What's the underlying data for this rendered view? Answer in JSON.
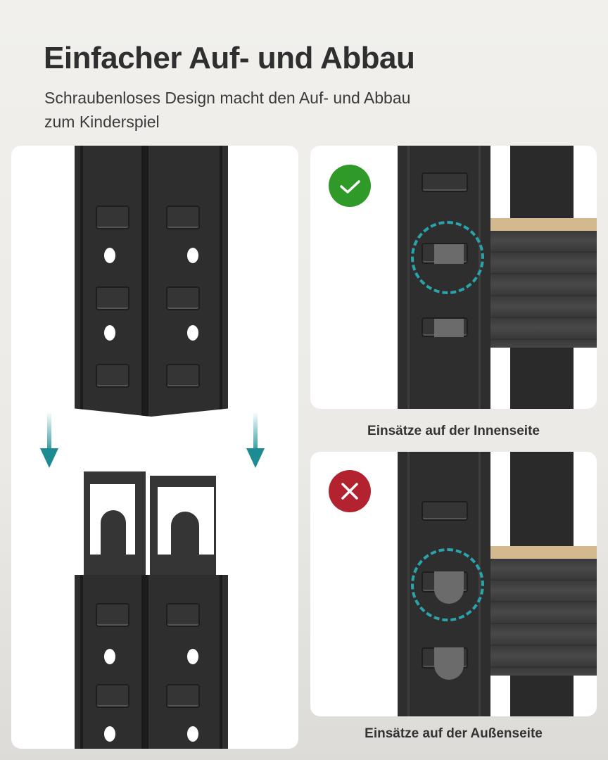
{
  "header": {
    "title": "Einfacher Auf- und Abbau",
    "subtitle": "Schraubenloses Design macht den Auf- und Abbau zum Kinderspiel"
  },
  "panels": {
    "left": {
      "description": "Corner post assembly illustration with two downward arrows",
      "arrow_icon": "arrow-down-icon",
      "arrow_color": "#1d8b92"
    },
    "top_right": {
      "status_icon": "checkmark-icon",
      "status_color": "#2f9a27",
      "highlight_color": "#2aa3aa",
      "caption": "Einsätze auf der Innenseite"
    },
    "bottom_right": {
      "status_icon": "cross-icon",
      "status_color": "#b3222f",
      "highlight_color": "#2aa3aa",
      "caption": "Einsätze auf der Außenseite"
    }
  },
  "colors": {
    "background": "#eeece9",
    "card": "#ffffff",
    "metal": "#2e2e2e",
    "text": "#2f2f2f"
  }
}
